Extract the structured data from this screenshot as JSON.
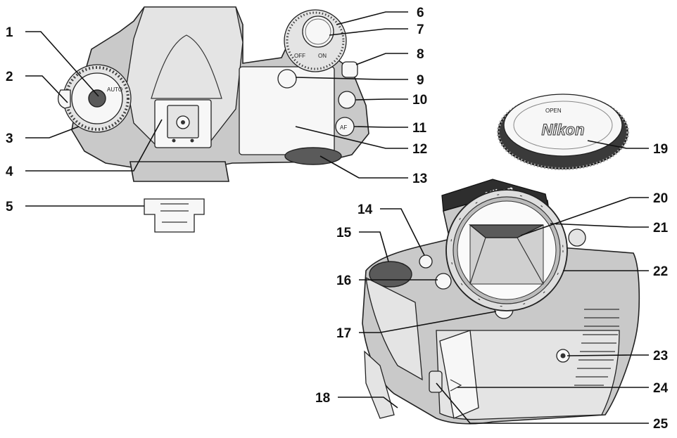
{
  "callouts": [
    {
      "n": "1"
    },
    {
      "n": "2"
    },
    {
      "n": "3"
    },
    {
      "n": "4"
    },
    {
      "n": "5"
    },
    {
      "n": "6"
    },
    {
      "n": "7"
    },
    {
      "n": "8"
    },
    {
      "n": "9"
    },
    {
      "n": "10"
    },
    {
      "n": "11"
    },
    {
      "n": "12"
    },
    {
      "n": "13"
    },
    {
      "n": "14"
    },
    {
      "n": "15"
    },
    {
      "n": "16"
    },
    {
      "n": "17"
    },
    {
      "n": "18"
    },
    {
      "n": "19"
    },
    {
      "n": "20"
    },
    {
      "n": "21"
    },
    {
      "n": "22"
    },
    {
      "n": "23"
    },
    {
      "n": "24"
    },
    {
      "n": "25"
    }
  ],
  "markings": {
    "brand": "Nikon",
    "cap_open": "OPEN",
    "cap_brand": "Nikon",
    "power_off": "OFF",
    "power_on": "ON",
    "dial_auto": "AUTO",
    "af_button": "AF"
  },
  "colors": {
    "body": "#c9c9c9",
    "dark": "#5a5a5a",
    "ink": "#111111"
  },
  "icons": {
    "mode_dial": "mode-dial-icon",
    "hot_shoe": "hot-shoe-icon",
    "shoe_cover": "shoe-cover-icon",
    "shutter": "shutter-release-icon",
    "body_cap": "body-cap-icon",
    "lens_mount": "lens-mount-icon",
    "tripod_socket": "tripod-socket-icon"
  }
}
